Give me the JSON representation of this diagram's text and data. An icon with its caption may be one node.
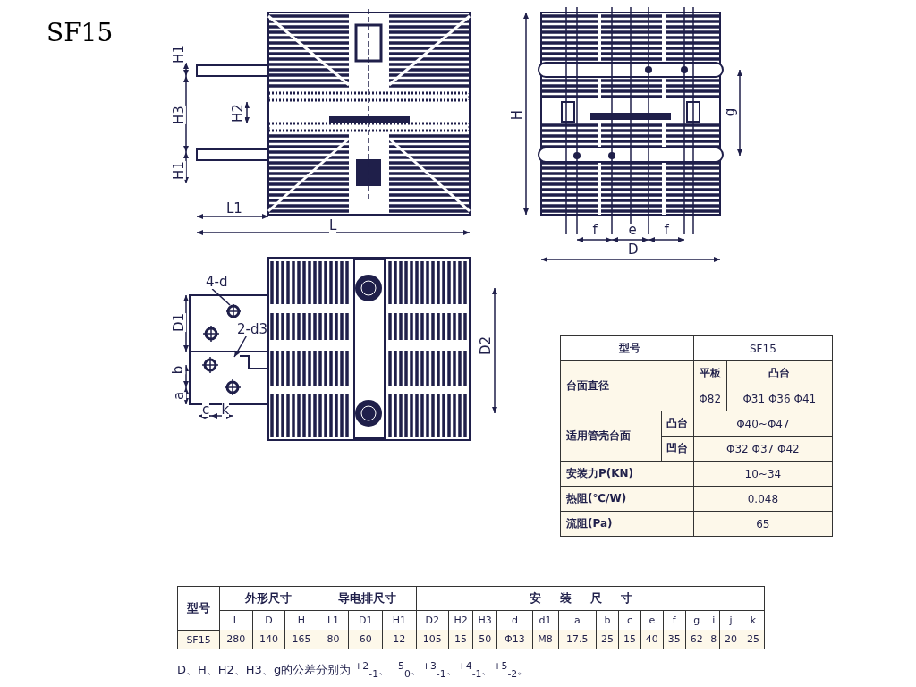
{
  "diagram": {
    "title": "SF15",
    "nodes": [
      {
        "text": [
          "4-d"
        ]
      },
      {
        "text": [],
        "shape": "circle"
      },
      {
        "text": [
          "2-d3"
        ]
      }
    ],
    "edges": [
      {
        "from": 0,
        "to": 1,
        "arrow": "none"
      },
      {
        "from": 2,
        "to": null,
        "arrow": "to"
      }
    ],
    "labels": [
      "H1",
      "H3",
      "H1",
      "H2",
      "L1",
      "L",
      "H",
      "g",
      "f",
      "e",
      "f",
      "D",
      "D1",
      "b",
      "a",
      "c",
      "k",
      "D2",
      "型号",
      "SF15",
      "台面直径",
      "平板",
      "凸台",
      "Φ82",
      "Φ31 Φ36 Φ41",
      "适用管壳台面",
      "凸台",
      "Φ40~Φ47",
      "凹台",
      "Φ32 Φ37 Φ42",
      "安装力P(KN)",
      "10~34",
      "热阻(℃/W)",
      "0.048",
      "流阻(Pa)",
      "65",
      "型号",
      "外形尺寸",
      "导电排尺寸",
      "安装尺寸",
      "L",
      "D",
      "H",
      "L1",
      "D1",
      "H1",
      "D2",
      "H2",
      "H3",
      "d",
      "d1",
      "a",
      "b",
      "c",
      "e",
      "f",
      "g",
      "i",
      "j",
      "k",
      "SF15",
      "280",
      "140",
      "165",
      "80",
      "60",
      "12",
      "105",
      "15",
      "50",
      "Φ13",
      "M8",
      "17.5",
      "25",
      "15",
      "40",
      "35",
      "62",
      "8",
      "20",
      "25",
      "D、H、H2、H3、g的公差分别为 $^{+2}$$_{-1}$、$^{+5}$$_{0}$、$^{+3}$$_{-1}$、$^{+4}$$_{-1}$、$^{+5}$$_{-2}$。"
    ]
  }
}
